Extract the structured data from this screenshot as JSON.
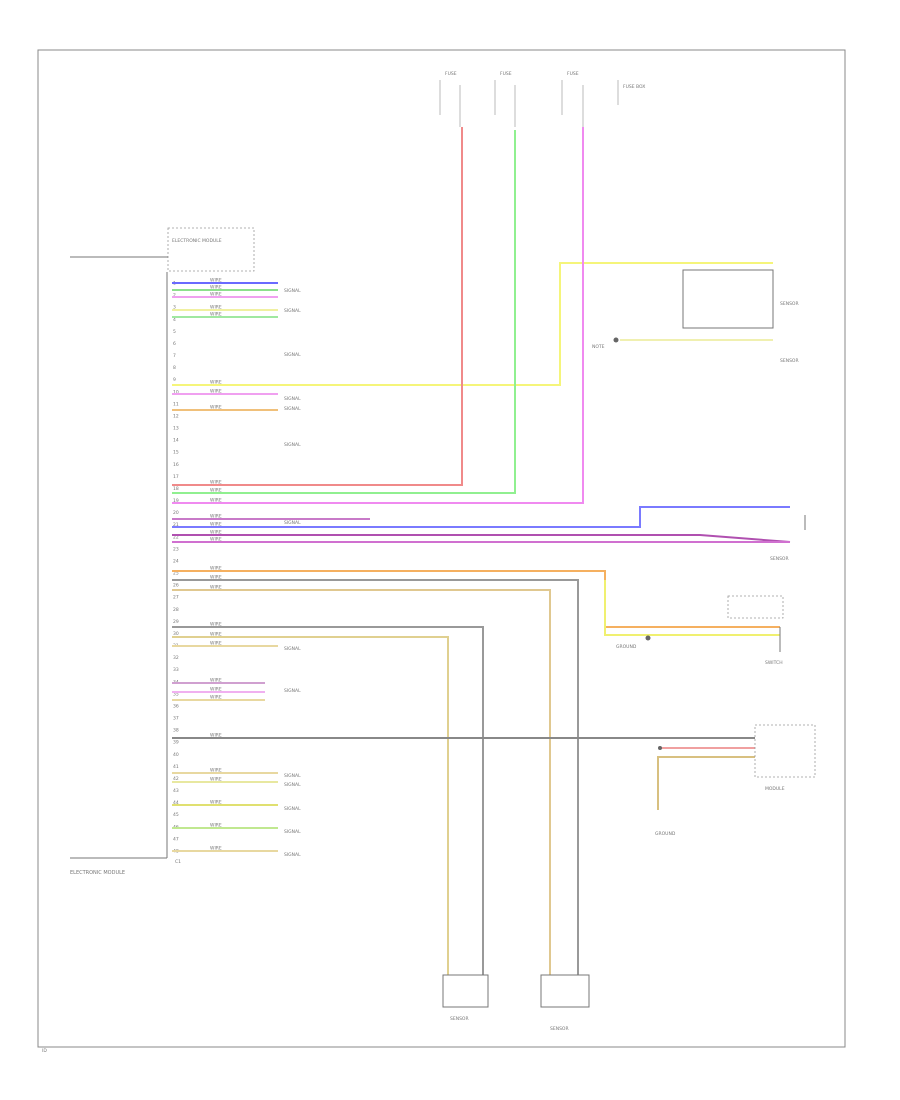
{
  "diagram": {
    "module_top_label": "ELECTRONIC MODULE",
    "module_bottom_label": "ELECTRONIC MODULE",
    "pin_labels": [
      "1",
      "2",
      "3",
      "4",
      "5",
      "6",
      "7",
      "8",
      "9",
      "10",
      "11",
      "12",
      "13",
      "14",
      "15",
      "16",
      "17",
      "18",
      "19",
      "20",
      "21",
      "22",
      "23",
      "24",
      "25",
      "26",
      "27",
      "28",
      "29",
      "30",
      "31",
      "32",
      "33",
      "34",
      "35",
      "36",
      "37",
      "38",
      "39",
      "40",
      "41",
      "42",
      "43",
      "44",
      "45",
      "46",
      "47",
      "48"
    ],
    "connector_label": "C1",
    "fuse_labels": [
      "FUSE",
      "FUSE",
      "FUSE"
    ],
    "fuse_box_label": "FUSE BOX",
    "signal_labels": [
      "SIGNAL",
      "SIGNAL",
      "SIGNAL",
      "SIGNAL",
      "SIGNAL",
      "SIGNAL",
      "SIGNAL",
      "SIGNAL",
      "SIGNAL",
      "SIGNAL",
      "SIGNAL",
      "SIGNAL",
      "SIGNAL",
      "SIGNAL"
    ],
    "wire_code_labels": [
      "WIRE",
      "WIRE",
      "WIRE",
      "WIRE",
      "WIRE",
      "WIRE",
      "WIRE",
      "WIRE",
      "WIRE",
      "WIRE",
      "WIRE",
      "WIRE",
      "WIRE",
      "WIRE",
      "WIRE",
      "WIRE",
      "WIRE",
      "WIRE",
      "WIRE",
      "WIRE",
      "WIRE",
      "WIRE",
      "WIRE",
      "WIRE",
      "WIRE",
      "WIRE",
      "WIRE",
      "WIRE",
      "WIRE",
      "WIRE"
    ],
    "right_component_labels": [
      "SENSOR",
      "SENSOR",
      "SENSOR",
      "SWITCH",
      "MODULE"
    ],
    "bottom_component_labels": [
      "SENSOR",
      "SENSOR"
    ],
    "note_labels": [
      "NOTE",
      "GROUND",
      "GROUND"
    ],
    "footer_label": "ID"
  }
}
